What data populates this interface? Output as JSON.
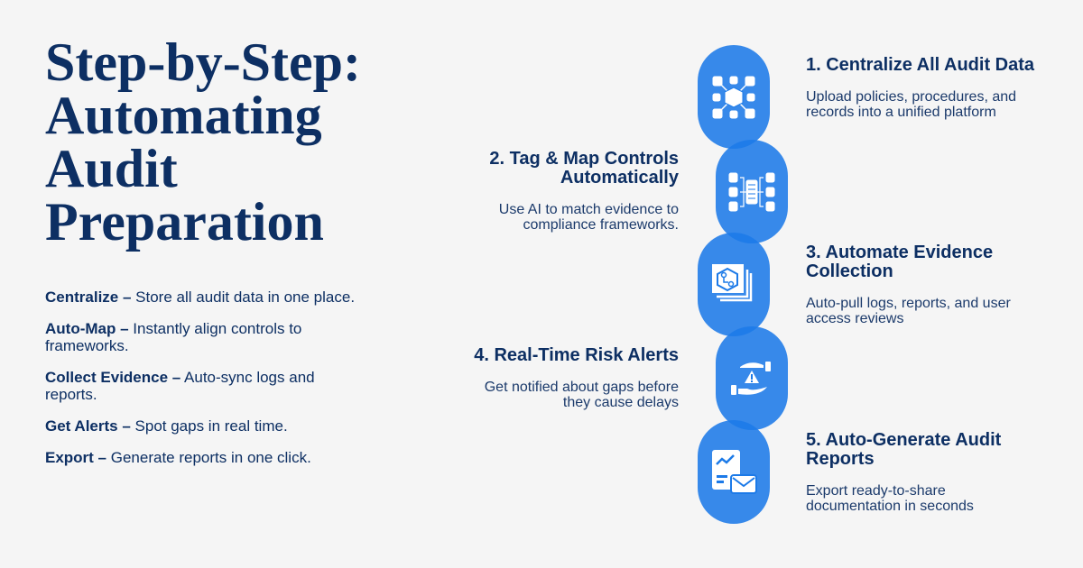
{
  "title": [
    "Step-by-Step:",
    "Automating",
    "Audit",
    "Preparation"
  ],
  "bullets": [
    {
      "term": "Centralize –",
      "text": " Store all audit data in one place."
    },
    {
      "term": "Auto-Map –",
      "text": " Instantly align controls to frameworks."
    },
    {
      "term": "Collect Evidence –",
      "text": " Auto-sync logs and reports."
    },
    {
      "term": "Get Alerts –",
      "text": " Spot gaps in real time."
    },
    {
      "term": "Export –",
      "text": " Generate reports in one click."
    }
  ],
  "steps": [
    {
      "title": "1. Centralize All Audit Data",
      "desc": "Upload policies, procedures, and records into a unified platform",
      "icon": "data-hub-icon"
    },
    {
      "title": "2. Tag & Map Controls Automatically",
      "desc": "Use AI to match evidence to compliance frameworks.",
      "icon": "mapping-icon"
    },
    {
      "title": "3. Automate Evidence Collection",
      "desc": "Auto-pull logs, reports, and user access reviews",
      "icon": "stacked-documents-icon"
    },
    {
      "title": "4. Real-Time Risk Alerts",
      "desc": "Get notified about gaps before they cause delays",
      "icon": "risk-alert-icon"
    },
    {
      "title": "5. Auto-Generate Audit Reports",
      "desc": "Export ready-to-share documentation in seconds",
      "icon": "report-email-icon"
    }
  ],
  "colors": {
    "navy": "#0d2f63",
    "blue": "#1c7ae8",
    "background": "#f5f5f5"
  }
}
